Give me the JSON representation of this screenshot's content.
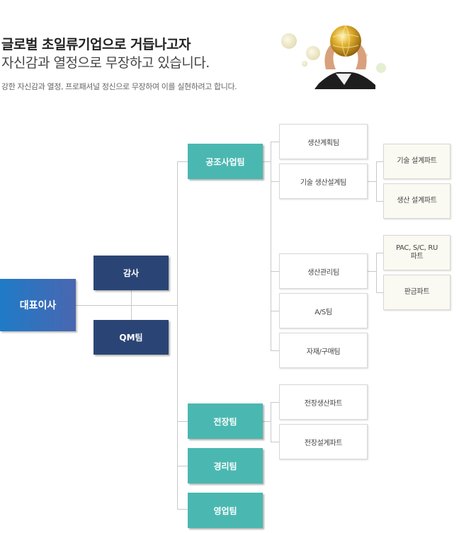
{
  "header": {
    "line1": "글로벌 초일류기업으로 거듭나고자",
    "line2": "자신감과 열정으로 무장하고 있습니다.",
    "subtitle": "강한 자신감과 열정, 프로패셔널 정신으로 무장하여 이를 실현하려고 합니다."
  },
  "org": {
    "ceo": "대표이사",
    "audit": "감사",
    "qm": "QM팀",
    "divisions": [
      {
        "label": "공조사업팀",
        "teams": [
          "생산계획팀",
          "기술 생산설계팀",
          "생산관리팀",
          "A/S팀",
          "자재/구매팀"
        ]
      },
      {
        "label": "전장팀",
        "teams": [
          "전장생산파트",
          "전장설계파트"
        ]
      },
      {
        "label": "경리팀"
      },
      {
        "label": "영업팀"
      }
    ],
    "parts_design": [
      "기술 설계파트",
      "생산 설계파트"
    ],
    "parts_management": [
      "PAC, S/C, RU파트",
      "판금파트"
    ]
  },
  "colors": {
    "ceo_gradient": [
      "#1f7bc7",
      "#4a66b0"
    ],
    "navy": "#2a4575",
    "teal": "#4ab8b1",
    "line": "#c8c8c8"
  }
}
